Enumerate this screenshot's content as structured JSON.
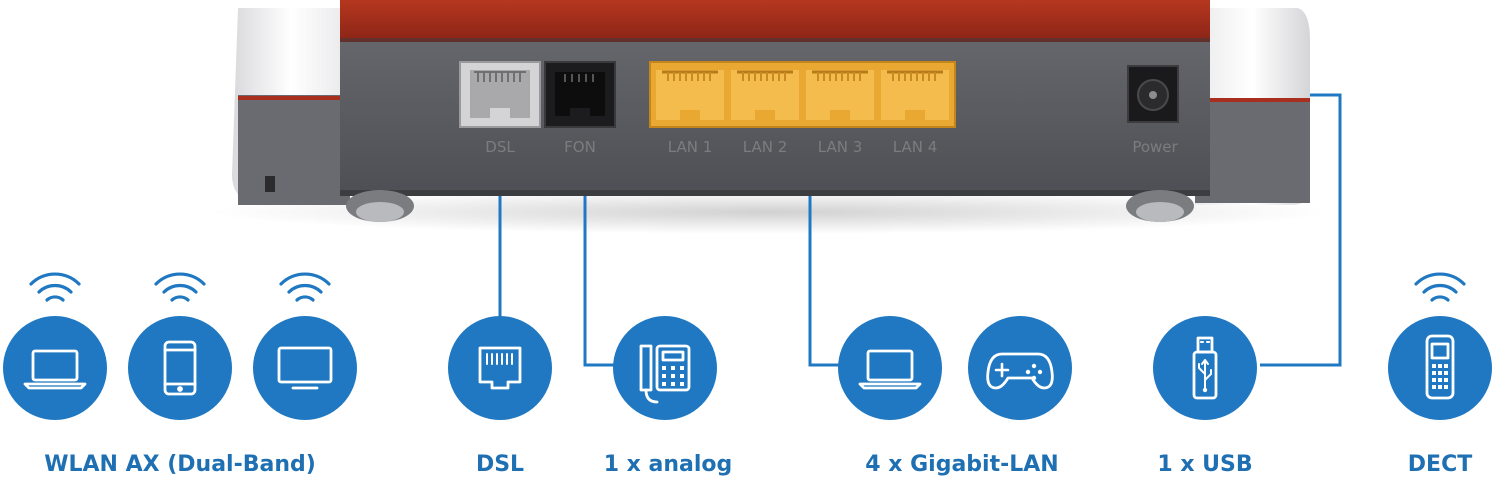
{
  "router": {
    "port_labels": {
      "dsl": "DSL",
      "fon": "FON",
      "lan1": "LAN 1",
      "lan2": "LAN 2",
      "lan3": "LAN 3",
      "lan4": "LAN 4",
      "power": "Power"
    }
  },
  "features": {
    "wlan": "WLAN AX (Dual-Band)",
    "dsl": "DSL",
    "analog": "1 x analog",
    "lan": "4 x Gigabit-LAN",
    "usb": "1 x USB",
    "dect": "DECT"
  },
  "colors": {
    "accent_blue": "#1f78c1",
    "router_red": "#9a2a1c",
    "router_body": "#5c5d62",
    "lan_port_yellow": "#f2b23a",
    "label_blue": "#1f6fb3"
  },
  "icons": [
    "laptop-icon",
    "smartphone-icon",
    "monitor-icon",
    "ethernet-port-icon",
    "desk-phone-icon",
    "laptop-icon",
    "gamepad-icon",
    "usb-stick-icon",
    "dect-handset-icon",
    "wifi-icon"
  ]
}
